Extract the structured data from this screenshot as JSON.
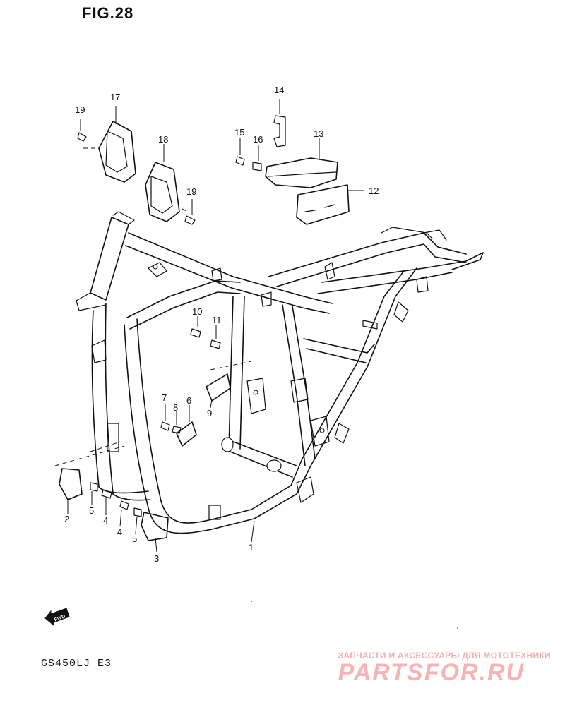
{
  "figure_title": "FIG.28",
  "model_code": "GS450LJ E3",
  "direction_label": "FWD",
  "watermark": {
    "tagline": "ЗАПЧАСТИ И АКСЕССУАРЫ ДЛЯ МОТОТЕХНИКИ",
    "brand": "PARTSFOR.RU"
  },
  "callouts": [
    "1",
    "2",
    "3",
    "4",
    "4",
    "5",
    "5",
    "6",
    "7",
    "8",
    "9",
    "10",
    "11",
    "12",
    "13",
    "14",
    "15",
    "16",
    "17",
    "18",
    "19",
    "19"
  ],
  "colors": {
    "line": "#111111",
    "watermark": "#f6b5b5",
    "background": "#ffffff"
  }
}
